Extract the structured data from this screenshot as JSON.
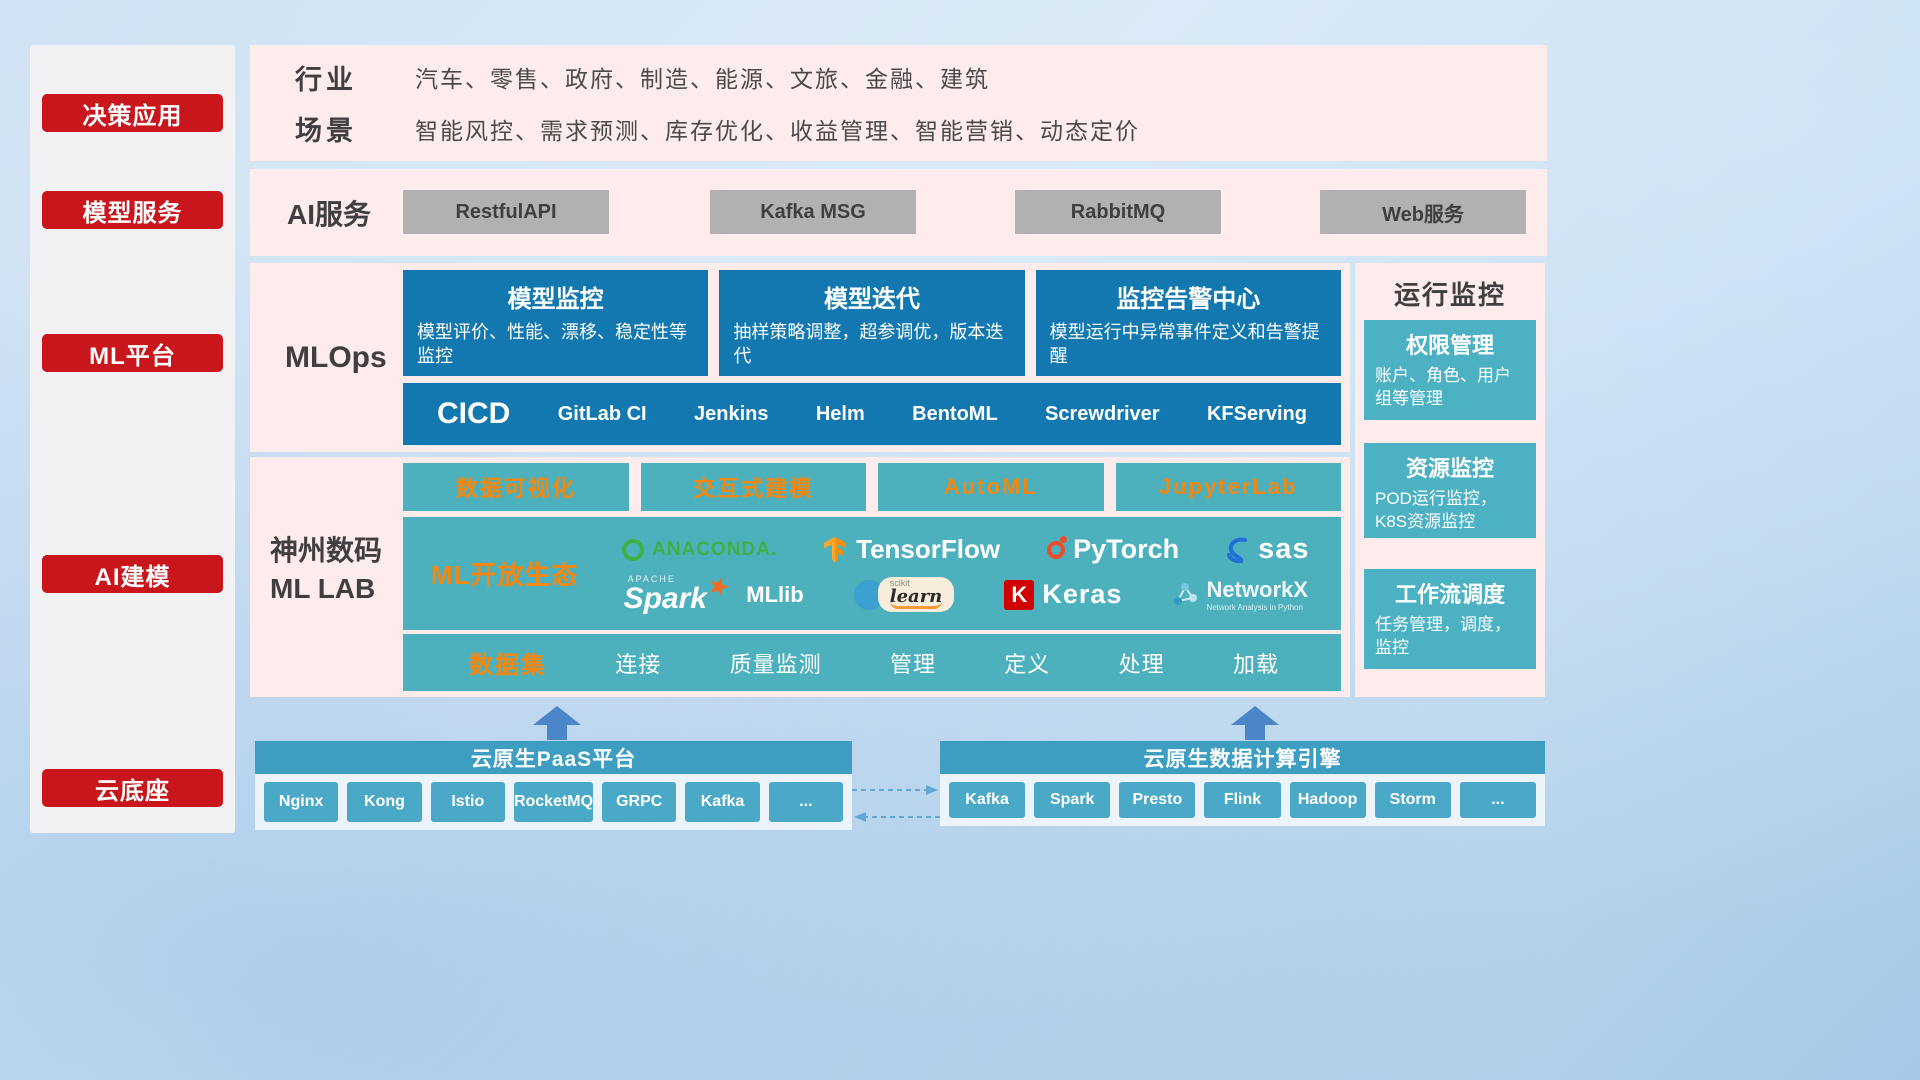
{
  "colors": {
    "badge_red": "#c9161d",
    "panel_pink": "#fdeceb",
    "box_blue": "#1478b0",
    "box_teal": "#4db1bd",
    "bar_teal": "#3d9ec2",
    "chip_teal": "#4aa9c6",
    "accent_orange": "#f5870f",
    "arrow_blue": "#4a86c8",
    "gray_button": "#b1b1b1"
  },
  "sidebar": {
    "items": [
      {
        "label": "决策应用"
      },
      {
        "label": "模型服务"
      },
      {
        "label": "ML平台"
      },
      {
        "label": "AI建模"
      },
      {
        "label": "云底座"
      }
    ]
  },
  "industry": {
    "rows": [
      {
        "label": "行业",
        "text": "汽车、零售、政府、制造、能源、文旅、金融、建筑"
      },
      {
        "label": "场景",
        "text": "智能风控、需求预测、库存优化、收益管理、智能营销、动态定价"
      }
    ]
  },
  "ai_service": {
    "label": "AI服务",
    "buttons": [
      "RestfulAPI",
      "Kafka MSG",
      "RabbitMQ",
      "Web服务"
    ]
  },
  "mlops": {
    "label": "MLOps",
    "cards": [
      {
        "title": "模型监控",
        "desc": "模型评价、性能、漂移、稳定性等监控"
      },
      {
        "title": "模型迭代",
        "desc": "抽样策略调整，超参调优，版本迭代"
      },
      {
        "title": "监控告警中心",
        "desc": "模型运行中异常事件定义和告警提醒"
      }
    ],
    "cicd_label": "CICD",
    "cicd_items": [
      "GitLab CI",
      "Jenkins",
      "Helm",
      "BentoML",
      "Screwdriver",
      "KFServing"
    ]
  },
  "monitor": {
    "title": "运行监控",
    "cards": [
      {
        "title": "权限管理",
        "desc": "账户、角色、用户组等管理"
      },
      {
        "title": "资源监控",
        "desc": "POD运行监控，K8S资源监控"
      },
      {
        "title": "工作流调度",
        "desc": "任务管理，调度，监控"
      }
    ]
  },
  "mllab": {
    "label_line1": "神州数码",
    "label_line2": "ML LAB",
    "tools": [
      "数据可视化",
      "交互式建模",
      "AutoML",
      "JupyterLab"
    ],
    "ecosystem_label": "ML开放生态",
    "logos": {
      "anaconda": "ANACONDA.",
      "tensorflow": "TensorFlow",
      "pytorch": "PyTorch",
      "sas": "sas",
      "spark_top": "APACHE",
      "spark": "Spark",
      "mllib": "MLlib",
      "scikit_top": "scikit",
      "scikit": "learn",
      "keras_letter": "K",
      "keras": "Keras",
      "networkx": "NetworkX",
      "networkx_sub": "Network Analysis in Python"
    },
    "dataset_label": "数据集",
    "dataset_items": [
      "连接",
      "质量监测",
      "管理",
      "定义",
      "处理",
      "加载"
    ]
  },
  "bottom": {
    "paas": {
      "title": "云原生PaaS平台",
      "items": [
        "Nginx",
        "Kong",
        "Istio",
        "RocketMQ",
        "GRPC",
        "Kafka",
        "..."
      ]
    },
    "engine": {
      "title": "云原生数据计算引擎",
      "items": [
        "Kafka",
        "Spark",
        "Presto",
        "Flink",
        "Hadoop",
        "Storm",
        "..."
      ]
    }
  }
}
